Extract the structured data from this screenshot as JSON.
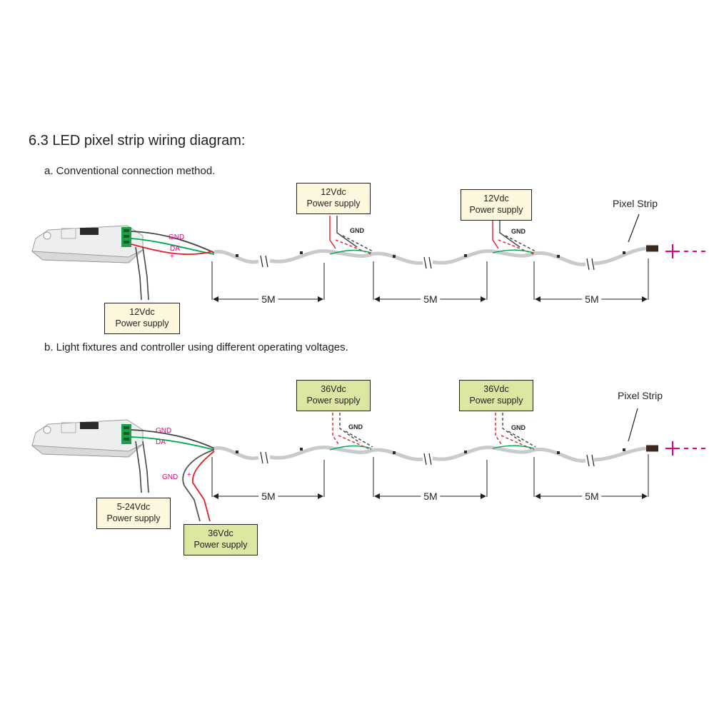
{
  "section_title": "6.3 LED pixel strip wiring diagram:",
  "method_a": {
    "label": "a.  Conventional connection method.",
    "controller_psu": [
      "12Vdc",
      "Power supply"
    ],
    "strip_psus": [
      [
        "12Vdc",
        "Power supply"
      ],
      [
        "12Vdc",
        "Power supply"
      ]
    ],
    "wire_labels": {
      "gnd": "GND",
      "da": "DA",
      "plus": "+"
    },
    "psu_gnd_label": "GND",
    "segment_lengths": [
      "5M",
      "5M",
      "5M"
    ],
    "strip_label": "Pixel Strip"
  },
  "method_b": {
    "label": "b.  Light fixtures and controller using different operating voltages.",
    "controller_psu": [
      "5-24Vdc",
      "Power supply"
    ],
    "strip_input_psu": [
      "36Vdc",
      "Power supply"
    ],
    "strip_psus": [
      [
        "36Vdc",
        "Power supply"
      ],
      [
        "36Vdc",
        "Power supply"
      ]
    ],
    "wire_labels": {
      "gnd": "GND",
      "da": "DA"
    },
    "input_labels": {
      "gnd": "GND",
      "plus": "+"
    },
    "psu_gnd_label": "GND",
    "segment_lengths": [
      "5M",
      "5M",
      "5M"
    ],
    "strip_label": "Pixel Strip"
  },
  "colors": {
    "green_box": "#dde6a0",
    "light_box": "#fdf8dd",
    "label_magenta": "#e6007e",
    "wire_red": "#e31e24",
    "wire_green": "#00a651",
    "wire_gray": "#6d6e71"
  }
}
